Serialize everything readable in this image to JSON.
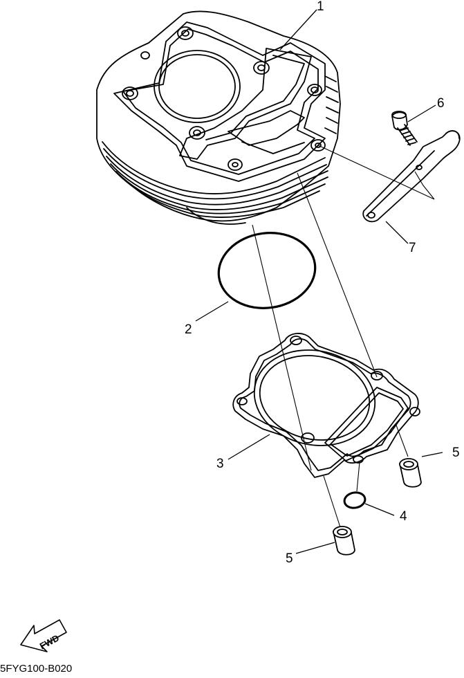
{
  "diagram": {
    "code": "5FYG100-B020",
    "fwd_label": "FWD",
    "callouts": [
      "1",
      "2",
      "3",
      "4",
      "5",
      "5",
      "6",
      "7"
    ]
  }
}
